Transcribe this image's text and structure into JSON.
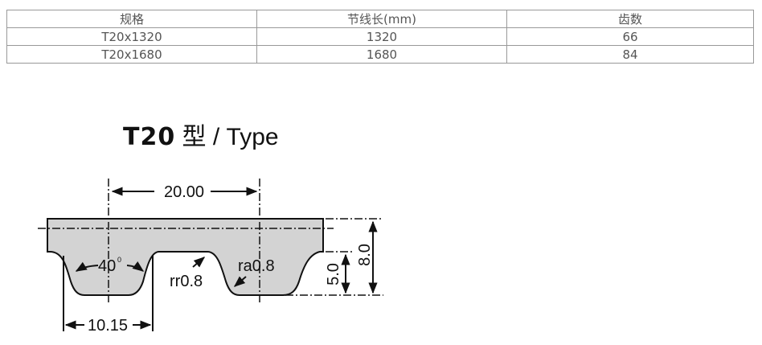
{
  "table": {
    "headers": [
      "规格",
      "节线长(mm)",
      "齿数"
    ],
    "rows": [
      [
        "T20x1320",
        "1320",
        "66"
      ],
      [
        "T20x1680",
        "1680",
        "84"
      ]
    ]
  },
  "diagram": {
    "title_model": "T20",
    "title_rest": " 型 / Type",
    "pitch": "20.00",
    "angle": "40",
    "angle_unit": "0",
    "root_radius": "rr0.8",
    "tip_radius": "ra0.8",
    "tooth_width": "10.15",
    "tooth_height": "5.0",
    "total_height": "8.0"
  }
}
